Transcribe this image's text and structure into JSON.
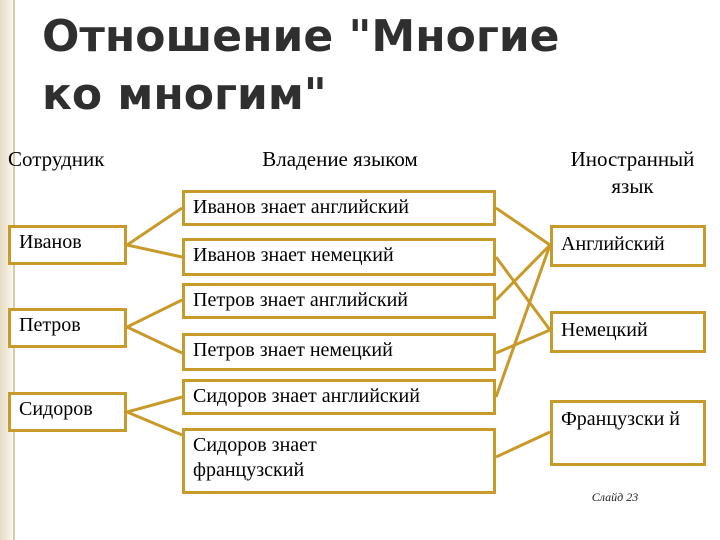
{
  "title": {
    "line1": "Отношение \"Многие",
    "line2": "ко многим\""
  },
  "headers": {
    "employee": "Сотрудник",
    "ownership": "Владение языком",
    "language": "Иностранный язык"
  },
  "employees": [
    "Иванов",
    "Петров",
    "Сидоров"
  ],
  "relations": [
    "Иванов знает английский",
    "Иванов знает немецкий",
    "Петров знает английский",
    "Петров знает немецкий",
    "Сидоров знает английский",
    "Сидоров знает французский"
  ],
  "languages": [
    "Английский",
    "Немецкий",
    "Французски й"
  ],
  "links": {
    "employee_to_relation": [
      [
        0,
        0
      ],
      [
        0,
        1
      ],
      [
        1,
        2
      ],
      [
        1,
        3
      ],
      [
        2,
        4
      ],
      [
        2,
        5
      ]
    ],
    "relation_to_language": [
      [
        0,
        0
      ],
      [
        1,
        1
      ],
      [
        2,
        0
      ],
      [
        3,
        1
      ],
      [
        4,
        0
      ],
      [
        5,
        2
      ]
    ]
  },
  "footer": {
    "slide_number": "Слайд 23"
  },
  "colors": {
    "box_border": "#c89a2a",
    "link": "#c89a2a",
    "title": "#2f2f2f"
  }
}
